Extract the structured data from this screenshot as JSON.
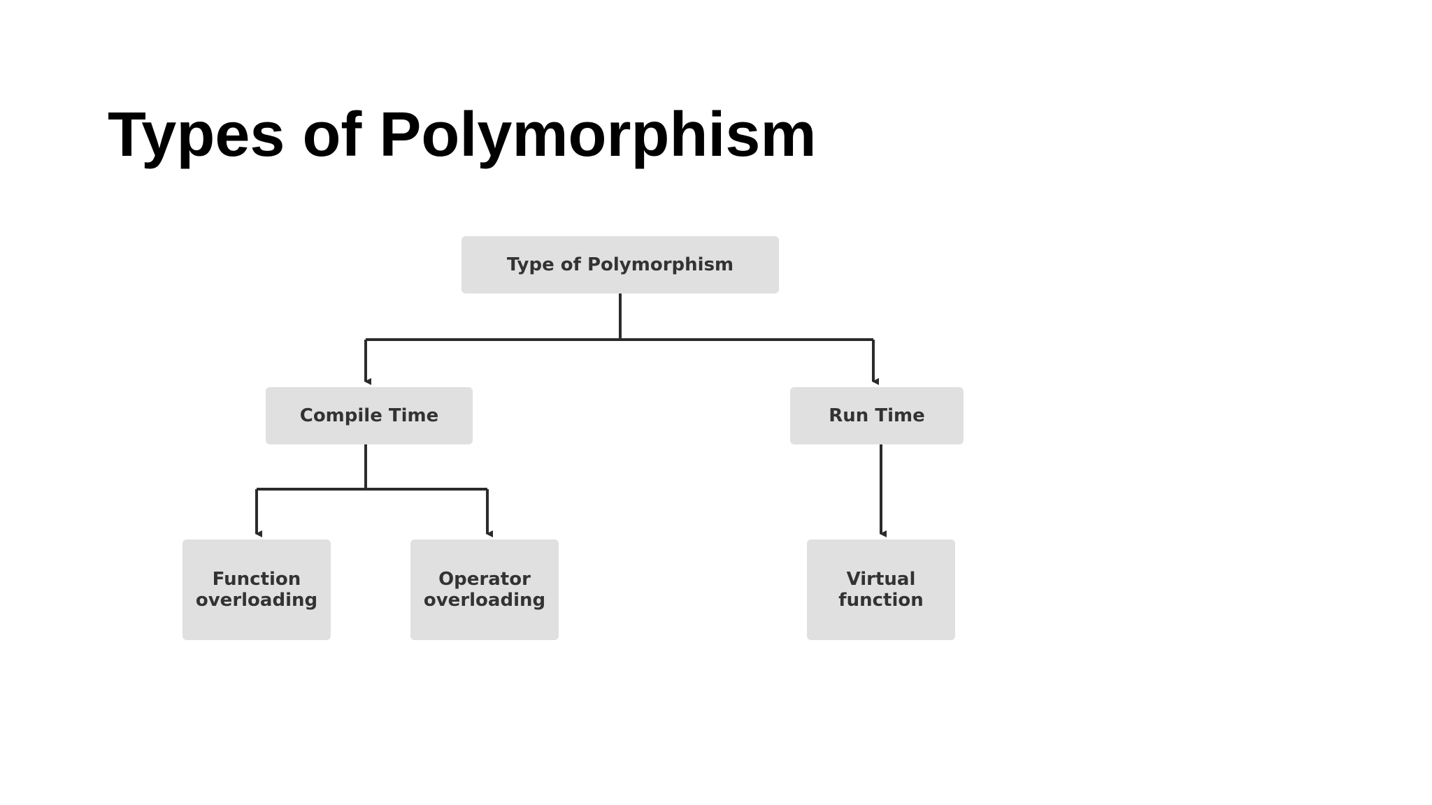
{
  "slide": {
    "title": "Types of Polymorphism"
  },
  "diagram": {
    "root": {
      "label": "Type of Polymorphism"
    },
    "compile_time": {
      "label": "Compile Time"
    },
    "run_time": {
      "label": "Run Time"
    },
    "function_overloading": {
      "label": "Function\noverloading"
    },
    "operator_overloading": {
      "label": "Operator\noverloading"
    },
    "virtual_function": {
      "label": "Virtual\nfunction"
    }
  },
  "colors": {
    "node_fill": "#e0e0e0",
    "node_text": "#333333",
    "connector": "#2b2b2b",
    "title": "#000000"
  }
}
